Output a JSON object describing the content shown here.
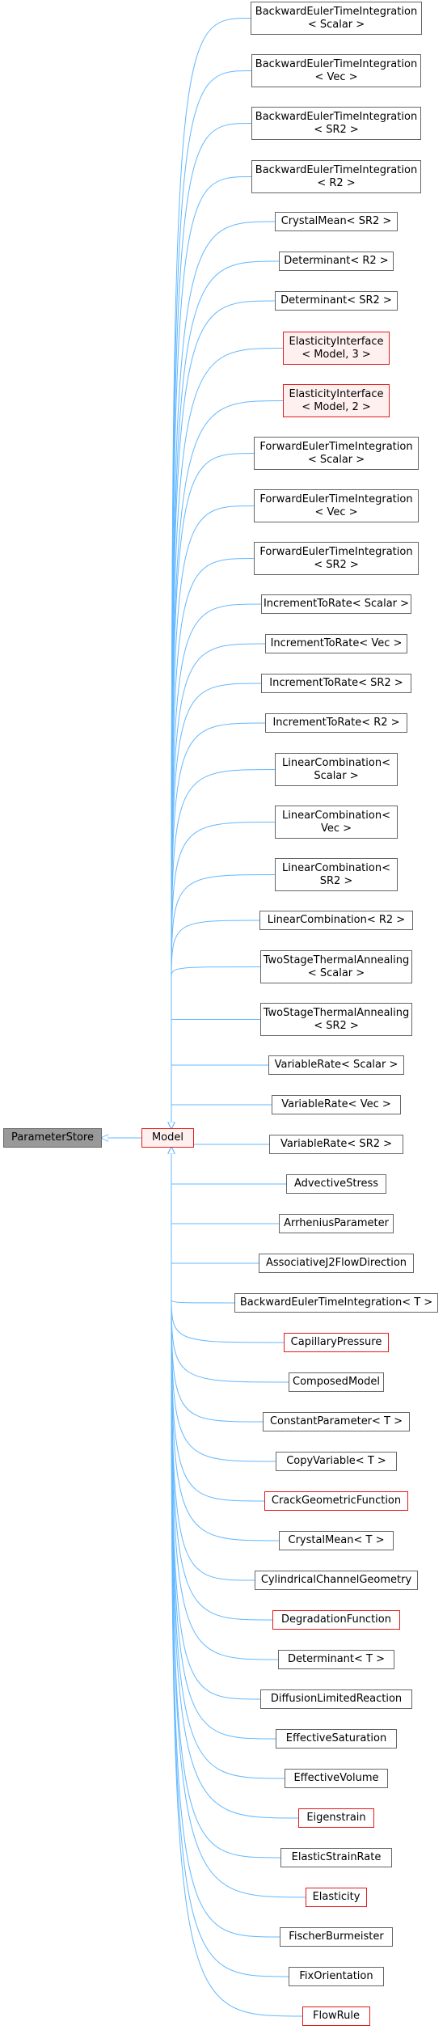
{
  "diagram": {
    "root": "ParameterStore",
    "center": "Model",
    "nodes": [
      {
        "lines": [
          "BackwardEulerTimeIntegration",
          "< Scalar >"
        ],
        "style": "normal"
      },
      {
        "lines": [
          "BackwardEulerTimeIntegration",
          "< Vec >"
        ],
        "style": "normal"
      },
      {
        "lines": [
          "BackwardEulerTimeIntegration",
          "< SR2 >"
        ],
        "style": "normal"
      },
      {
        "lines": [
          "BackwardEulerTimeIntegration",
          "< R2 >"
        ],
        "style": "normal"
      },
      {
        "lines": [
          "CrystalMean< SR2 >"
        ],
        "style": "normal"
      },
      {
        "lines": [
          "Determinant< R2 >"
        ],
        "style": "normal"
      },
      {
        "lines": [
          "Determinant< SR2 >"
        ],
        "style": "normal"
      },
      {
        "lines": [
          "ElasticityInterface",
          "< Model, 3 >"
        ],
        "style": "red"
      },
      {
        "lines": [
          "ElasticityInterface",
          "< Model, 2 >"
        ],
        "style": "red"
      },
      {
        "lines": [
          "ForwardEulerTimeIntegration",
          "< Scalar >"
        ],
        "style": "normal"
      },
      {
        "lines": [
          "ForwardEulerTimeIntegration",
          "< Vec >"
        ],
        "style": "normal"
      },
      {
        "lines": [
          "ForwardEulerTimeIntegration",
          "< SR2 >"
        ],
        "style": "normal"
      },
      {
        "lines": [
          "IncrementToRate< Scalar >"
        ],
        "style": "normal"
      },
      {
        "lines": [
          "IncrementToRate< Vec >"
        ],
        "style": "normal"
      },
      {
        "lines": [
          "IncrementToRate< SR2 >"
        ],
        "style": "normal"
      },
      {
        "lines": [
          "IncrementToRate< R2 >"
        ],
        "style": "normal"
      },
      {
        "lines": [
          "LinearCombination<",
          "Scalar >"
        ],
        "style": "normal"
      },
      {
        "lines": [
          "LinearCombination<",
          "Vec >"
        ],
        "style": "normal"
      },
      {
        "lines": [
          "LinearCombination<",
          "SR2 >"
        ],
        "style": "normal"
      },
      {
        "lines": [
          "LinearCombination< R2 >"
        ],
        "style": "normal"
      },
      {
        "lines": [
          "TwoStageThermalAnnealing",
          "< Scalar >"
        ],
        "style": "normal"
      },
      {
        "lines": [
          "TwoStageThermalAnnealing",
          "< SR2 >"
        ],
        "style": "normal"
      },
      {
        "lines": [
          "VariableRate< Scalar >"
        ],
        "style": "normal"
      },
      {
        "lines": [
          "VariableRate< Vec >"
        ],
        "style": "normal"
      },
      {
        "lines": [
          "VariableRate< SR2 >"
        ],
        "style": "normal"
      },
      {
        "lines": [
          "AdvectiveStress"
        ],
        "style": "normal"
      },
      {
        "lines": [
          "ArrheniusParameter"
        ],
        "style": "normal"
      },
      {
        "lines": [
          "AssociativeJ2FlowDirection"
        ],
        "style": "normal"
      },
      {
        "lines": [
          "BackwardEulerTimeIntegration< T >"
        ],
        "style": "normal"
      },
      {
        "lines": [
          "CapillaryPressure"
        ],
        "style": "redb"
      },
      {
        "lines": [
          "ComposedModel"
        ],
        "style": "normal"
      },
      {
        "lines": [
          "ConstantParameter< T >"
        ],
        "style": "normal"
      },
      {
        "lines": [
          "CopyVariable< T >"
        ],
        "style": "normal"
      },
      {
        "lines": [
          "CrackGeometricFunction"
        ],
        "style": "redb"
      },
      {
        "lines": [
          "CrystalMean< T >"
        ],
        "style": "normal"
      },
      {
        "lines": [
          "CylindricalChannelGeometry"
        ],
        "style": "normal"
      },
      {
        "lines": [
          "DegradationFunction"
        ],
        "style": "redb"
      },
      {
        "lines": [
          "Determinant< T >"
        ],
        "style": "normal"
      },
      {
        "lines": [
          "DiffusionLimitedReaction"
        ],
        "style": "normal"
      },
      {
        "lines": [
          "EffectiveSaturation"
        ],
        "style": "normal"
      },
      {
        "lines": [
          "EffectiveVolume"
        ],
        "style": "normal"
      },
      {
        "lines": [
          "Eigenstrain"
        ],
        "style": "redb"
      },
      {
        "lines": [
          "ElasticStrainRate"
        ],
        "style": "normal"
      },
      {
        "lines": [
          "Elasticity"
        ],
        "style": "redb"
      },
      {
        "lines": [
          "FischerBurmeister"
        ],
        "style": "normal"
      },
      {
        "lines": [
          "FixOrientation"
        ],
        "style": "normal"
      },
      {
        "lines": [
          "FlowRule"
        ],
        "style": "redb"
      }
    ]
  },
  "colors": {
    "edge": "#63b8ff",
    "edge_root": "#63b8ff",
    "red_border": "#e41a1a",
    "gray_fill": "#999999"
  }
}
